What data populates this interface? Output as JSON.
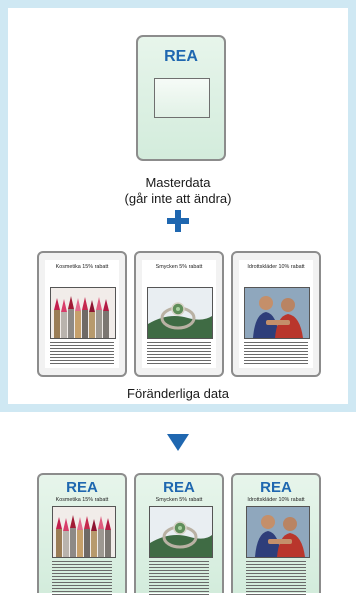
{
  "master": {
    "badge": "REA",
    "caption_line1": "Masterdata",
    "caption_line2": "(går inte att ändra)"
  },
  "variable": {
    "caption": "Föränderliga data",
    "cards": [
      {
        "label": "Kosmetika 15% rabatt",
        "image": "lipstick-image"
      },
      {
        "label": "Smycken 5% rabatt",
        "image": "ring-image"
      },
      {
        "label": "Idrottskläder 10% rabatt",
        "image": "people-image"
      }
    ]
  },
  "output": {
    "cards": [
      {
        "badge": "REA",
        "label": "Kosmetika 15% rabatt",
        "image": "lipstick-image"
      },
      {
        "badge": "REA",
        "label": "Smycken 5% rabatt",
        "image": "ring-image"
      },
      {
        "badge": "REA",
        "label": "Idrottskläder 10% rabatt",
        "image": "people-image"
      }
    ]
  },
  "icons": {
    "plus": "plus-icon",
    "arrow": "down-arrow-icon"
  },
  "colors": {
    "accent": "#1f67b0",
    "frame": "#cfe8f3",
    "master_card": "#d3ecdc"
  }
}
